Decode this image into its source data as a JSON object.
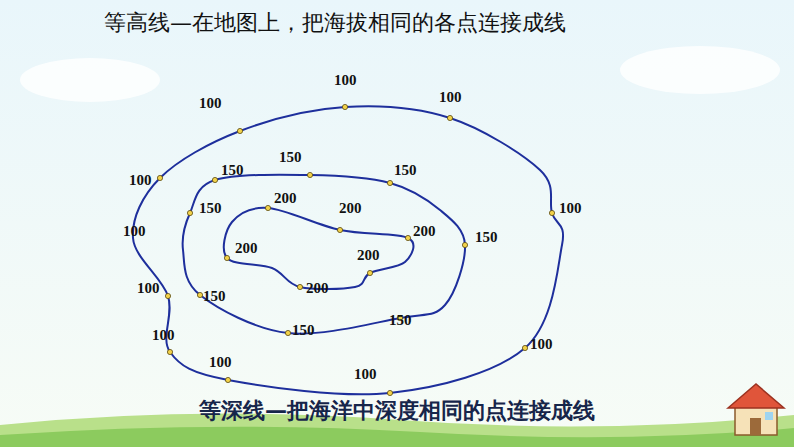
{
  "diagram": {
    "title": "等高线—在地图上，把海拔相同的各点连接成线",
    "caption": "等深线—把海洋中深度相同的点连接成线",
    "labels": [
      "100",
      "100",
      "100",
      "150",
      "150",
      "150",
      "100",
      "200",
      "200",
      "150",
      "100",
      "100",
      "200",
      "150",
      "200",
      "200",
      "100",
      "150",
      "200",
      "150",
      "150",
      "100",
      "100",
      "100",
      "100"
    ]
  }
}
